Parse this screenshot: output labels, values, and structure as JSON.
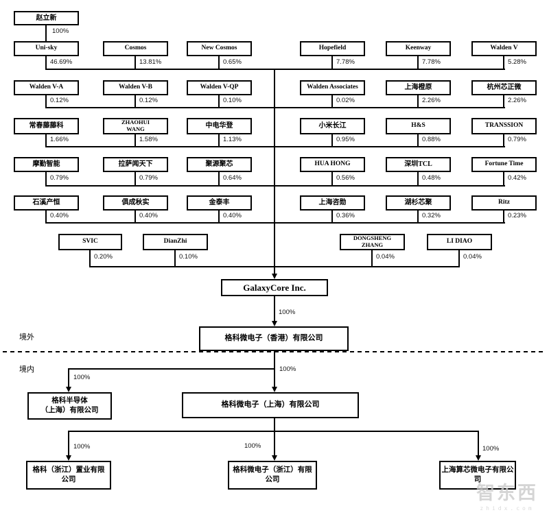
{
  "top": {
    "name": "赵立新",
    "pct": "100%"
  },
  "row1": [
    {
      "name": "Uni-sky",
      "pct": "46.69%"
    },
    {
      "name": "Cosmos",
      "pct": "13.81%"
    },
    {
      "name": "New Cosmos",
      "pct": "0.65%"
    },
    {
      "name": "Hopefield",
      "pct": "7.78%"
    },
    {
      "name": "Keenway",
      "pct": "7.78%"
    },
    {
      "name": "Walden V",
      "pct": "5.28%"
    }
  ],
  "row2": [
    {
      "name": "Walden V-A",
      "pct": "0.12%"
    },
    {
      "name": "Walden V-B",
      "pct": "0.12%"
    },
    {
      "name": "Walden V-QP",
      "pct": "0.10%"
    },
    {
      "name": "Walden Associates",
      "pct": "0.02%"
    },
    {
      "name": "上海橙原",
      "pct": "2.26%"
    },
    {
      "name": "杭州芯正微",
      "pct": "2.26%"
    }
  ],
  "row3": [
    {
      "name": "常春藤藤科",
      "pct": "1.66%"
    },
    {
      "lines": [
        "ZHAOHUI",
        "WANG"
      ],
      "pct": "1.58%"
    },
    {
      "name": "中电华登",
      "pct": "1.13%"
    },
    {
      "name": "小米长江",
      "pct": "0.95%"
    },
    {
      "name": "H&S",
      "pct": "0.88%"
    },
    {
      "name": "TRANSSION",
      "pct": "0.79%"
    }
  ],
  "row4": [
    {
      "name": "摩勤智能",
      "pct": "0.79%"
    },
    {
      "name": "拉萨闻天下",
      "pct": "0.79%"
    },
    {
      "name": "聚源聚芯",
      "pct": "0.64%"
    },
    {
      "name": "HUA HONG",
      "pct": "0.56%"
    },
    {
      "name": "深圳TCL",
      "pct": "0.48%"
    },
    {
      "name": "Fortune Time",
      "pct": "0.42%"
    }
  ],
  "row5": [
    {
      "name": "石溪产恒",
      "pct": "0.40%"
    },
    {
      "name": "俱成秋实",
      "pct": "0.40%"
    },
    {
      "name": "金泰丰",
      "pct": "0.40%"
    },
    {
      "name": "上海咨勋",
      "pct": "0.36%"
    },
    {
      "name": "湖杉芯聚",
      "pct": "0.32%"
    },
    {
      "name": "Ritz",
      "pct": "0.23%"
    }
  ],
  "row6": [
    {
      "name": "SVIC",
      "pct": "0.20%"
    },
    {
      "name": "DianZhi",
      "pct": "0.10%"
    },
    {
      "lines": [
        "DONGSHENG",
        "ZHANG"
      ],
      "pct": "0.04%"
    },
    {
      "name": "LI DIAO",
      "pct": "0.04%"
    }
  ],
  "company": {
    "name": "GalaxyCore Inc."
  },
  "hk": {
    "name": "格科微电子（香港）有限公司",
    "pct": "100%"
  },
  "mid": [
    {
      "lines": [
        "格科半导体",
        "（上海）有限公司"
      ],
      "pct": "100%"
    },
    {
      "name": "格科微电子（上海）有限公司",
      "pct": "100%"
    }
  ],
  "bottom": [
    {
      "lines": [
        "格科（浙江）置业有限",
        "公司"
      ],
      "pct": "100%"
    },
    {
      "lines": [
        "格科微电子（浙江）有限",
        "公司"
      ],
      "pct": "100%"
    },
    {
      "lines": [
        "上海算芯微电子有限公",
        "司"
      ],
      "pct": "100%"
    }
  ],
  "regions": {
    "offshore": "境外",
    "onshore": "境内"
  },
  "watermark": {
    "main": "智东西",
    "sub": "zhidx.com"
  }
}
